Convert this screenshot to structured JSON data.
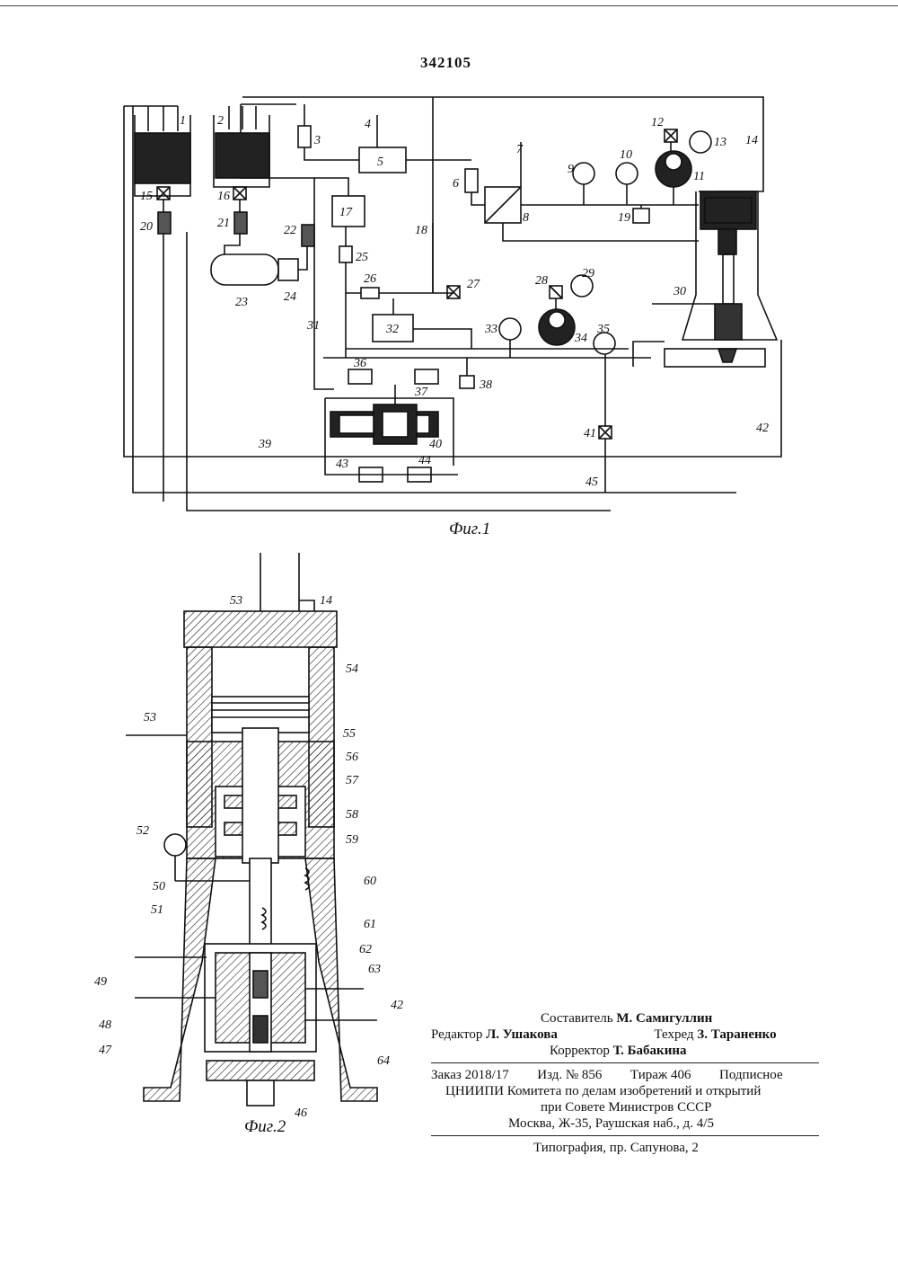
{
  "page_number": "342105",
  "fig1": {
    "caption": "Фиг.1",
    "labels": [
      "1",
      "2",
      "3",
      "4",
      "5",
      "6",
      "7",
      "8",
      "9",
      "10",
      "11",
      "12",
      "13",
      "14",
      "15",
      "16",
      "17",
      "18",
      "19",
      "20",
      "21",
      "22",
      "23",
      "24",
      "25",
      "26",
      "27",
      "28",
      "29",
      "30",
      "31",
      "32",
      "33",
      "34",
      "35",
      "36",
      "37",
      "38",
      "39",
      "40",
      "41",
      "42",
      "43",
      "44",
      "45"
    ]
  },
  "fig2": {
    "caption": "Фиг.2",
    "labels": [
      "53",
      "14",
      "54",
      "53",
      "55",
      "56",
      "57",
      "58",
      "52",
      "59",
      "60",
      "50",
      "51",
      "61",
      "62",
      "49",
      "63",
      "48",
      "42",
      "47",
      "64",
      "46"
    ]
  },
  "imprint": {
    "compiler_label": "Составитель",
    "compiler_name": "М. Самигуллин",
    "editor_label": "Редактор",
    "editor_name": "Л. Ушакова",
    "techred_label": "Техред",
    "techred_name": "З. Тараненко",
    "corrector_label": "Корректор",
    "corrector_name": "Т. Бабакина",
    "order": "Заказ 2018/17",
    "izd": "Изд. № 856",
    "tirazh": "Тираж 406",
    "podpisnoe": "Подписное",
    "org_line1": "ЦНИИПИ Комитета по делам изобретений и открытий",
    "org_line2": "при Совете Министров СССР",
    "org_line3": "Москва, Ж-35, Раушская наб., д. 4/5",
    "typography": "Типография, пр. Сапунова, 2"
  }
}
